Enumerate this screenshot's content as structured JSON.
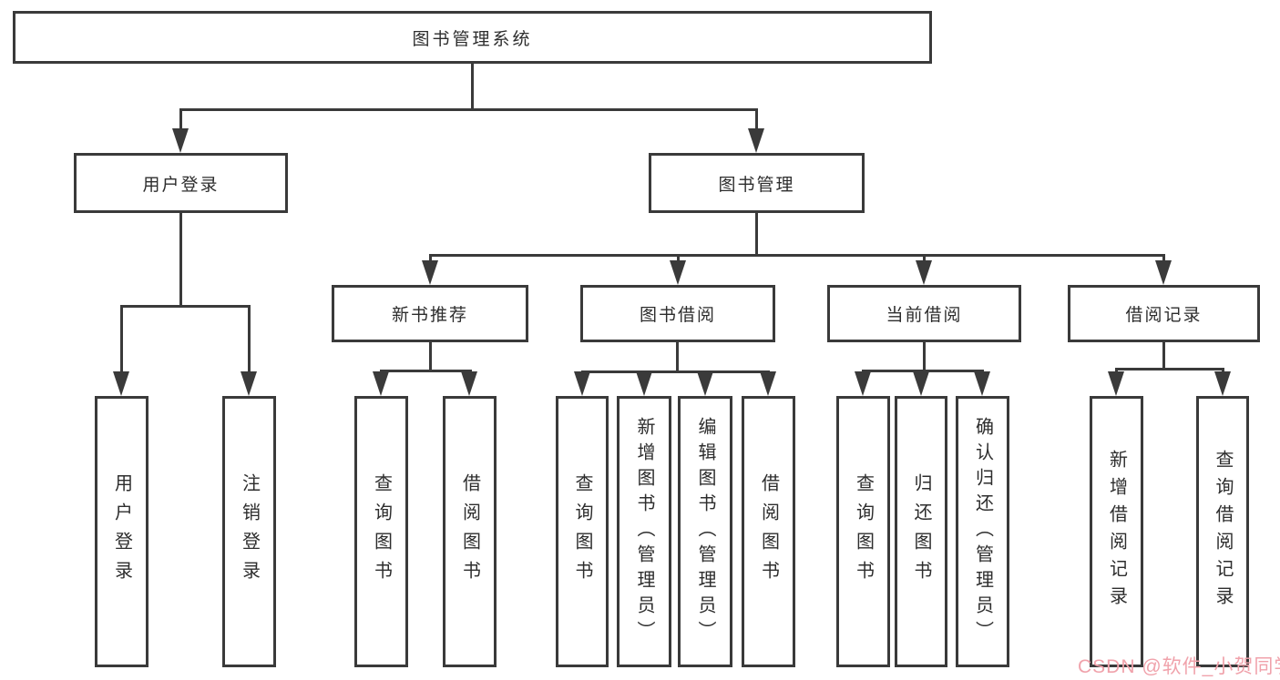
{
  "root": {
    "label": "图书管理系统"
  },
  "level2": [
    {
      "label": "用户登录",
      "children": [
        {
          "label": "用户登录"
        },
        {
          "label": "注销登录"
        }
      ]
    },
    {
      "label": "图书管理",
      "children": [
        {
          "label": "新书推荐",
          "children": [
            {
              "label": "查询图书"
            },
            {
              "label": "借阅图书"
            }
          ]
        },
        {
          "label": "图书借阅",
          "children": [
            {
              "label": "查询图书"
            },
            {
              "label": "新增图书（管理员）"
            },
            {
              "label": "编辑图书（管理员）"
            },
            {
              "label": "借阅图书"
            }
          ]
        },
        {
          "label": "当前借阅",
          "children": [
            {
              "label": "查询图书"
            },
            {
              "label": "归还图书"
            },
            {
              "label": "确认归还（管理员）"
            }
          ]
        },
        {
          "label": "借阅记录",
          "children": [
            {
              "label": "新增借阅记录"
            },
            {
              "label": "查询借阅记录"
            }
          ]
        }
      ]
    }
  ],
  "watermark": {
    "text": "CSDN @软件_小贺同学"
  },
  "colors": {
    "line": "#3a3a3a",
    "text": "#2d2d2d",
    "watermark": "#f0a2ab"
  }
}
